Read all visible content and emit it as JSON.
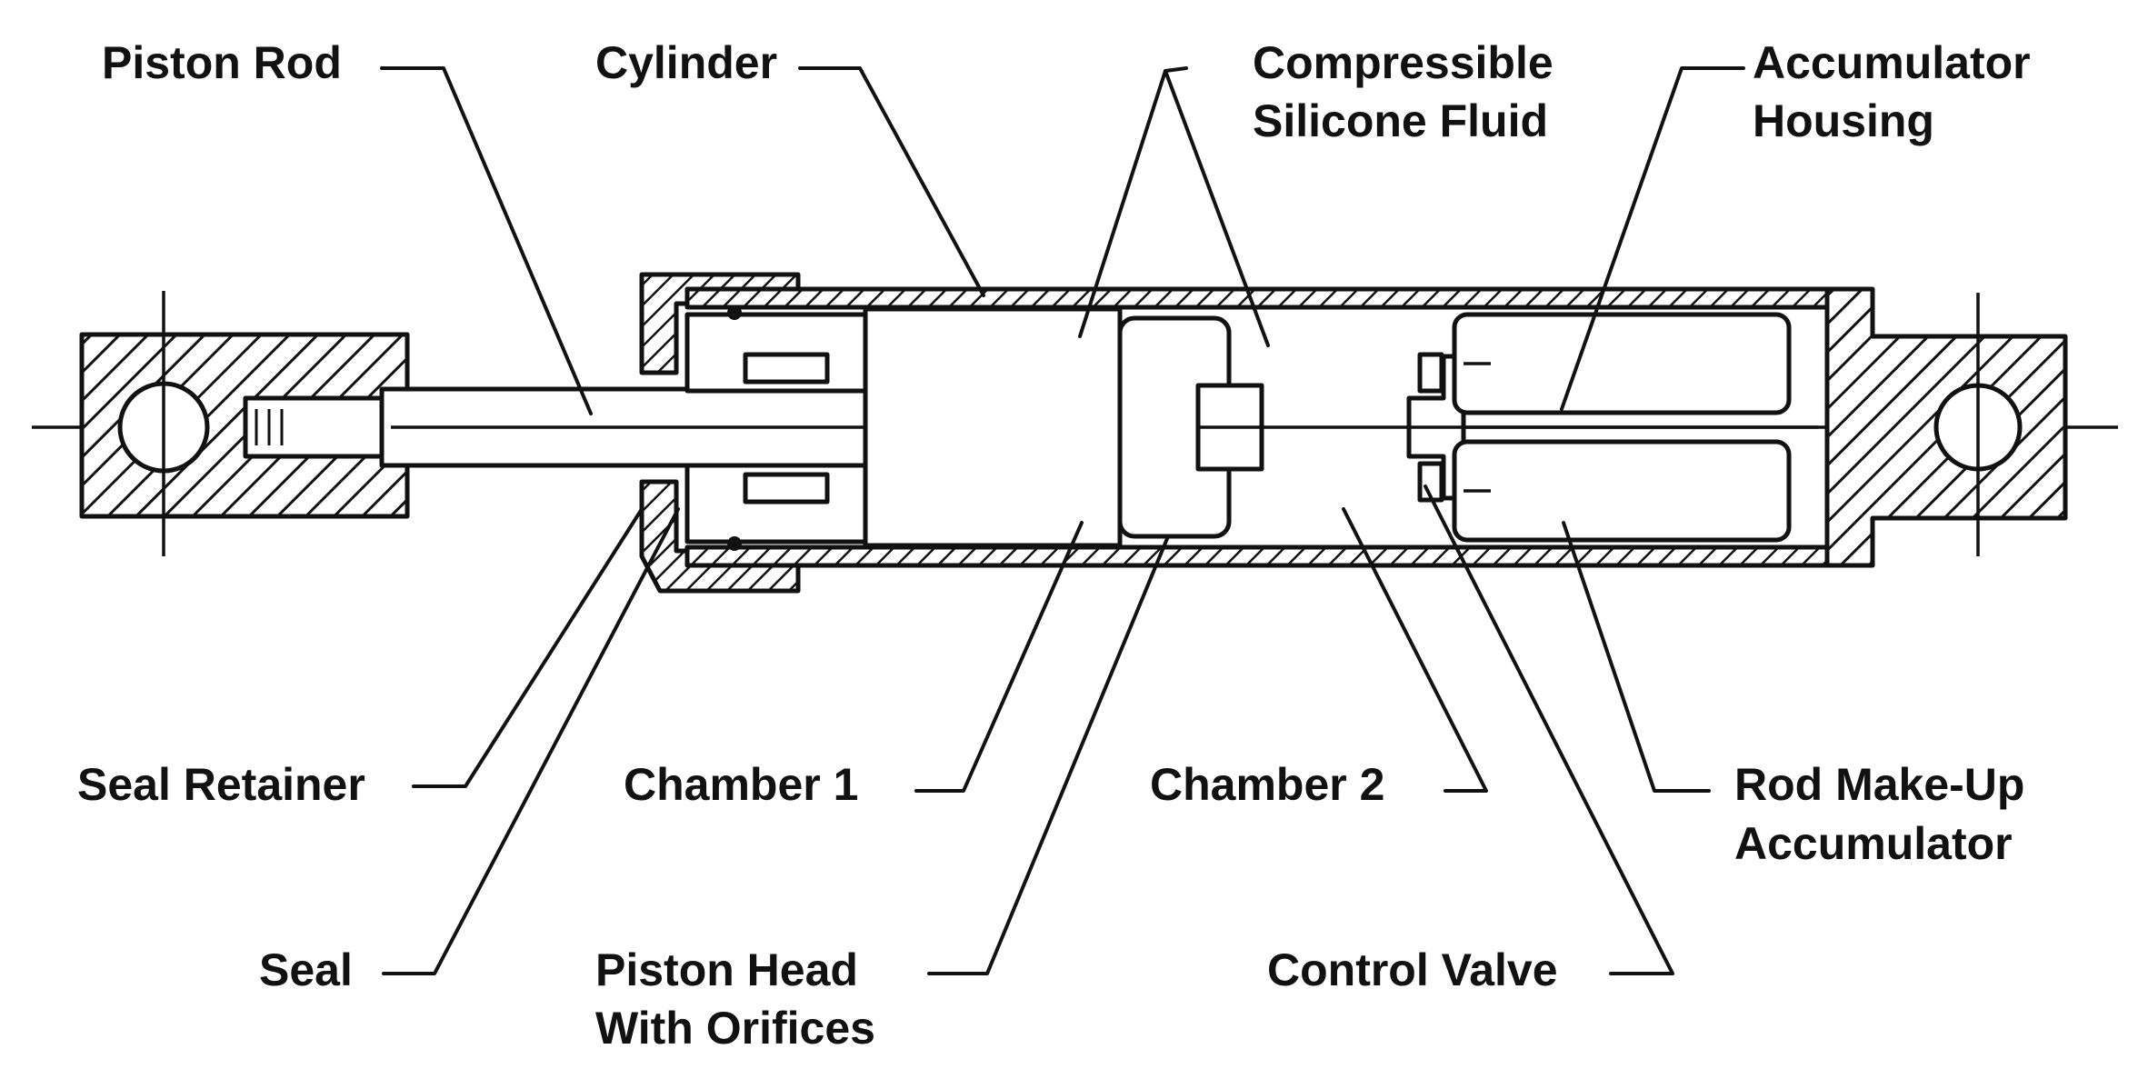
{
  "labels": {
    "piston_rod": "Piston Rod",
    "cylinder": "Cylinder",
    "compressible_l1": "Compressible",
    "compressible_l2": "Silicone Fluid",
    "accumulator_l1": "Accumulator",
    "accumulator_l2": "Housing",
    "seal_retainer": "Seal Retainer",
    "chamber1": "Chamber 1",
    "chamber2": "Chamber 2",
    "rod_makeup_l1": "Rod Make-Up",
    "rod_makeup_l2": "Accumulator",
    "seal": "Seal",
    "piston_head_l1": "Piston Head",
    "piston_head_l2": "With Orifices",
    "control_valve": "Control Valve"
  },
  "colors": {
    "ink": "#111111",
    "paper": "#ffffff"
  }
}
